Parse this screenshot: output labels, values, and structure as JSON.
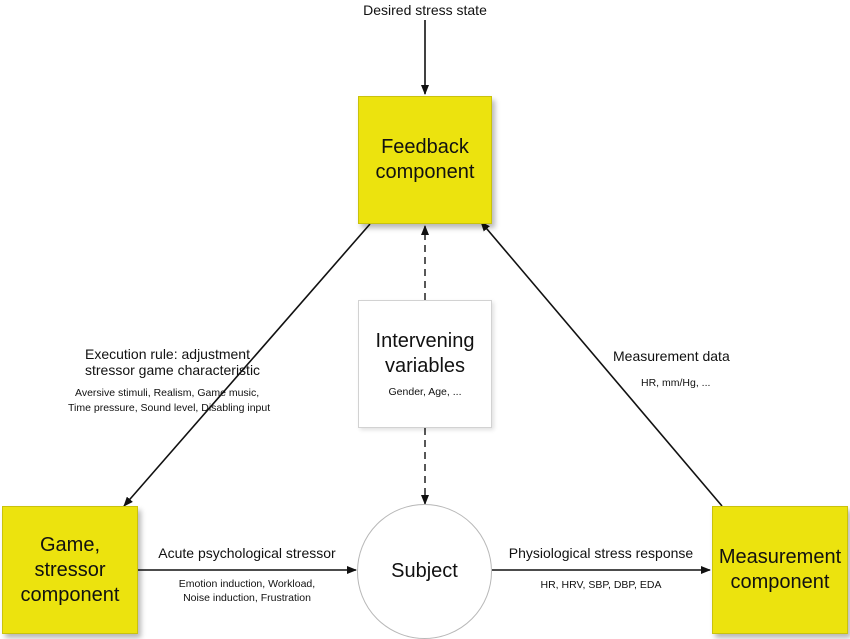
{
  "top_input": "Desired stress state",
  "feedback": {
    "line1": "Feedback",
    "line2": "component"
  },
  "game": {
    "line1": "Game,",
    "line2": "stressor",
    "line3": "component"
  },
  "measurement": {
    "line1": "Measurement",
    "line2": "component"
  },
  "subject": "Subject",
  "intervening": {
    "line1": "Intervening",
    "line2": "variables",
    "detail": "Gender, Age, ..."
  },
  "execution_rule": {
    "line1": "Execution rule: adjustment",
    "line2": "stressor game characteristic",
    "detail1": "Aversive stimuli, Realism, Game music,",
    "detail2": "Time pressure, Sound level, Disabling input"
  },
  "measurement_data": {
    "title": "Measurement data",
    "detail": "HR, mm/Hg, ..."
  },
  "acute_stressor": {
    "title": "Acute psychological stressor",
    "detail1": "Emotion induction, Workload,",
    "detail2": "Noise induction, Frustration"
  },
  "stress_response": {
    "title": "Physiological stress response",
    "detail": "HR, HRV, SBP, DBP, EDA"
  },
  "colors": {
    "component_fill": "#ece30e",
    "arrow": "#111111"
  }
}
